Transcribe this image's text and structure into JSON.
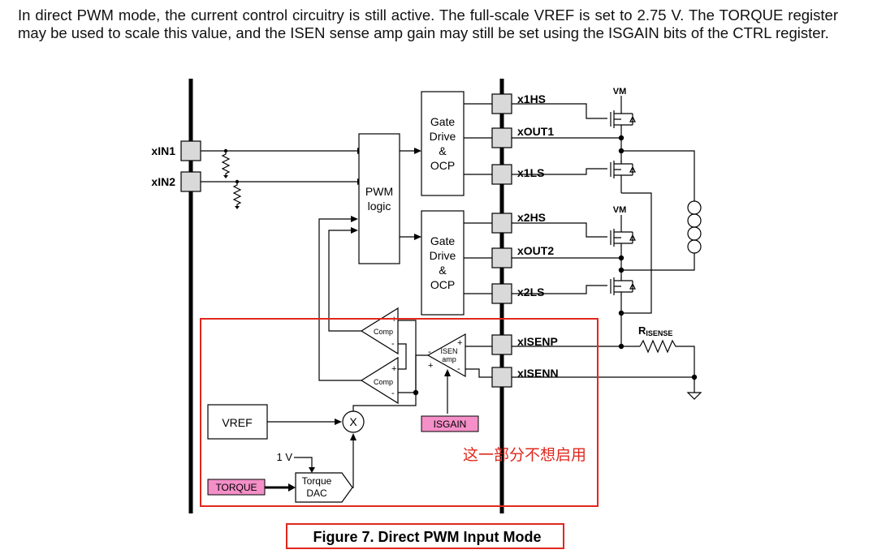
{
  "description_paragraph": "In direct PWM mode, the current control circuitry is still active. The full-scale VREF is set to 2.75 V. The TORQUE register may be used to scale this value, and the ISEN sense amp gain may still be set using the ISGAIN bits of the CTRL register.",
  "diagram": {
    "pins": {
      "xin1": "xIN1",
      "xin2": "xIN2",
      "x1hs": "x1HS",
      "xout1": "xOUT1",
      "x1ls": "x1LS",
      "x2hs": "x2HS",
      "xout2": "xOUT2",
      "x2ls": "x2LS",
      "xisenp": "xISENP",
      "xisenn": "xISENN"
    },
    "blocks": {
      "pwm_logic_line1": "PWM",
      "pwm_logic_line2": "logic",
      "gate1_line1": "Gate",
      "gate1_line2": "Drive",
      "gate1_line3": "&",
      "gate1_line4": "OCP",
      "gate2_line1": "Gate",
      "gate2_line2": "Drive",
      "gate2_line3": "&",
      "gate2_line4": "OCP",
      "comp_top": "Comp",
      "comp_bottom": "Comp",
      "isen_amp_line1": "ISEN",
      "isen_amp_line2": "amp",
      "vref": "VREF",
      "multiplier": "X",
      "one_volt": "1 V",
      "torque_dac_line1": "Torque",
      "torque_dac_line2": "DAC",
      "isgain": "ISGAIN",
      "torque": "TORQUE",
      "vm_top": "VM",
      "vm_bottom": "VM",
      "rsense_main": "R",
      "rsense_sub": "ISENSE",
      "plus": "+",
      "minus": "-"
    },
    "annotation": "这一部分不想启用",
    "figure_caption": "Figure 7.  Direct PWM Input Mode",
    "colors": {
      "highlight": "#e0281e",
      "pink_label": "#f48fc8",
      "pin_fill": "#d9d9d9"
    }
  }
}
